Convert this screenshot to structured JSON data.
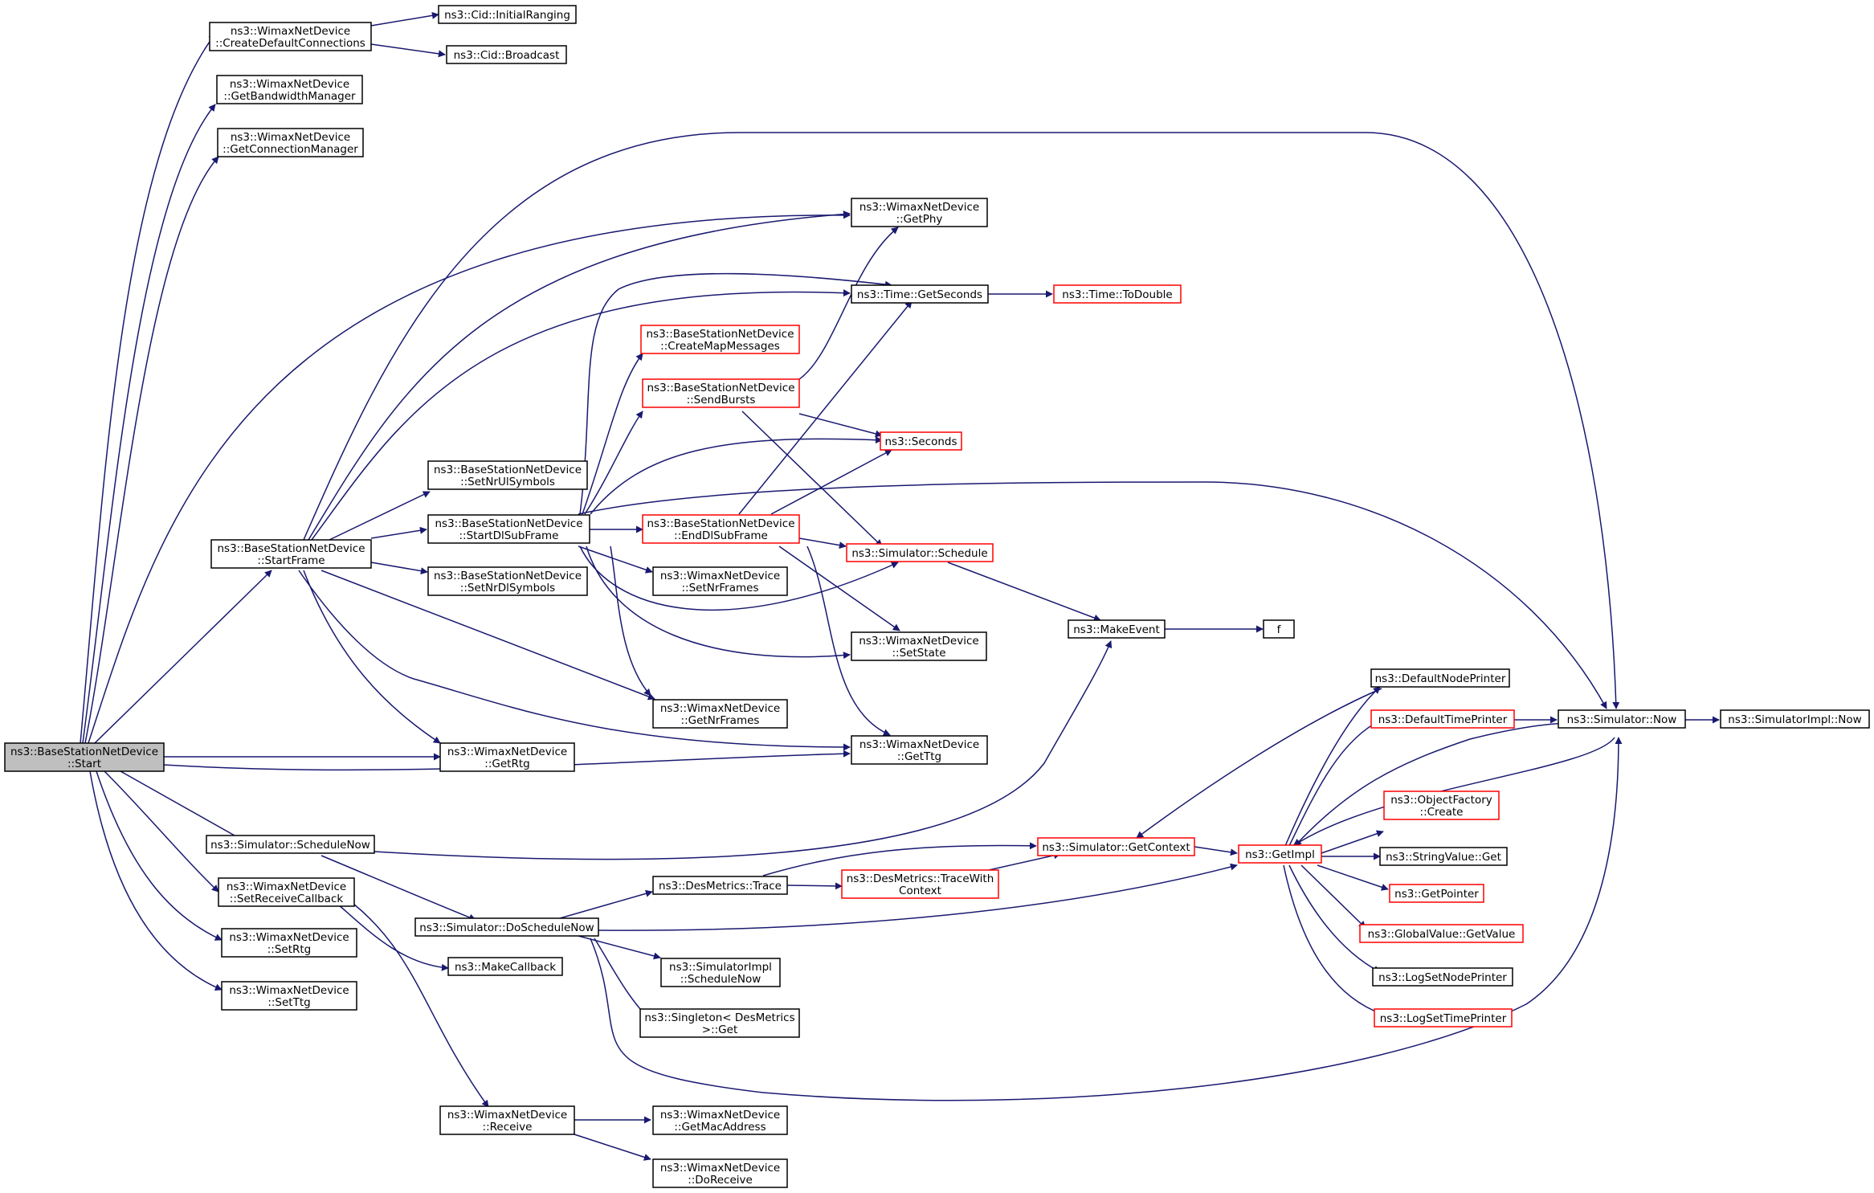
{
  "colors": {
    "edge": "#191970",
    "node_border": "#000000",
    "node_border_truncated": "#ff0000",
    "root_fill": "#bfbfbf"
  },
  "nodes": [
    {
      "id": "bs_start",
      "lines": [
        "ns3::BaseStationNetDevice",
        "::Start"
      ],
      "style": "root"
    },
    {
      "id": "create_default_conn",
      "lines": [
        "ns3::WimaxNetDevice",
        "::CreateDefaultConnections"
      ],
      "style": "black"
    },
    {
      "id": "get_bw_mgr",
      "lines": [
        "ns3::WimaxNetDevice",
        "::GetBandwidthManager"
      ],
      "style": "black"
    },
    {
      "id": "get_conn_mgr",
      "lines": [
        "ns3::WimaxNetDevice",
        "::GetConnectionManager"
      ],
      "style": "black"
    },
    {
      "id": "cid_initial",
      "lines": [
        "ns3::Cid::InitialRanging"
      ],
      "style": "black"
    },
    {
      "id": "cid_broadcast",
      "lines": [
        "ns3::Cid::Broadcast"
      ],
      "style": "black"
    },
    {
      "id": "get_phy",
      "lines": [
        "ns3::WimaxNetDevice",
        "::GetPhy"
      ],
      "style": "black"
    },
    {
      "id": "time_getseconds",
      "lines": [
        "ns3::Time::GetSeconds"
      ],
      "style": "black"
    },
    {
      "id": "time_todouble",
      "lines": [
        "ns3::Time::ToDouble"
      ],
      "style": "red"
    },
    {
      "id": "create_map",
      "lines": [
        "ns3::BaseStationNetDevice",
        "::CreateMapMessages"
      ],
      "style": "red"
    },
    {
      "id": "send_bursts",
      "lines": [
        "ns3::BaseStationNetDevice",
        "::SendBursts"
      ],
      "style": "red"
    },
    {
      "id": "seconds",
      "lines": [
        "ns3::Seconds"
      ],
      "style": "red"
    },
    {
      "id": "set_nr_ul",
      "lines": [
        "ns3::BaseStationNetDevice",
        "::SetNrUlSymbols"
      ],
      "style": "black"
    },
    {
      "id": "start_dl",
      "lines": [
        "ns3::BaseStationNetDevice",
        "::StartDlSubFrame"
      ],
      "style": "black"
    },
    {
      "id": "end_dl",
      "lines": [
        "ns3::BaseStationNetDevice",
        "::EndDlSubFrame"
      ],
      "style": "red"
    },
    {
      "id": "sim_schedule",
      "lines": [
        "ns3::Simulator::Schedule"
      ],
      "style": "red"
    },
    {
      "id": "start_frame",
      "lines": [
        "ns3::BaseStationNetDevice",
        "::StartFrame"
      ],
      "style": "black"
    },
    {
      "id": "set_nr_dl",
      "lines": [
        "ns3::BaseStationNetDevice",
        "::SetNrDlSymbols"
      ],
      "style": "black"
    },
    {
      "id": "set_nr_frames",
      "lines": [
        "ns3::WimaxNetDevice",
        "::SetNrFrames"
      ],
      "style": "black"
    },
    {
      "id": "make_event",
      "lines": [
        "ns3::MakeEvent"
      ],
      "style": "black"
    },
    {
      "id": "f",
      "lines": [
        "f"
      ],
      "style": "black"
    },
    {
      "id": "set_state",
      "lines": [
        "ns3::WimaxNetDevice",
        "::SetState"
      ],
      "style": "black"
    },
    {
      "id": "get_nr_frames",
      "lines": [
        "ns3::WimaxNetDevice",
        "::GetNrFrames"
      ],
      "style": "black"
    },
    {
      "id": "default_node_printer",
      "lines": [
        "ns3::DefaultNodePrinter"
      ],
      "style": "black"
    },
    {
      "id": "default_time_printer",
      "lines": [
        "ns3::DefaultTimePrinter"
      ],
      "style": "red"
    },
    {
      "id": "sim_now",
      "lines": [
        "ns3::Simulator::Now"
      ],
      "style": "black"
    },
    {
      "id": "simimpl_now",
      "lines": [
        "ns3::SimulatorImpl::Now"
      ],
      "style": "black"
    },
    {
      "id": "get_rtg",
      "lines": [
        "ns3::WimaxNetDevice",
        "::GetRtg"
      ],
      "style": "black"
    },
    {
      "id": "get_ttg",
      "lines": [
        "ns3::WimaxNetDevice",
        "::GetTtg"
      ],
      "style": "black"
    },
    {
      "id": "obj_factory_create",
      "lines": [
        "ns3::ObjectFactory",
        "::Create"
      ],
      "style": "red"
    },
    {
      "id": "sim_schedule_now",
      "lines": [
        "ns3::Simulator::ScheduleNow"
      ],
      "style": "black"
    },
    {
      "id": "sim_get_context",
      "lines": [
        "ns3::Simulator::GetContext"
      ],
      "style": "red"
    },
    {
      "id": "get_impl",
      "lines": [
        "ns3::GetImpl"
      ],
      "style": "red"
    },
    {
      "id": "string_value_get",
      "lines": [
        "ns3::StringValue::Get"
      ],
      "style": "black"
    },
    {
      "id": "set_receive_cb",
      "lines": [
        "ns3::WimaxNetDevice",
        "::SetReceiveCallback"
      ],
      "style": "black"
    },
    {
      "id": "des_trace",
      "lines": [
        "ns3::DesMetrics::Trace"
      ],
      "style": "black"
    },
    {
      "id": "des_trace_with_ctx",
      "lines": [
        "ns3::DesMetrics::TraceWith",
        "Context"
      ],
      "style": "red"
    },
    {
      "id": "get_pointer",
      "lines": [
        "ns3::GetPointer"
      ],
      "style": "red"
    },
    {
      "id": "sim_do_schedule_now",
      "lines": [
        "ns3::Simulator::DoScheduleNow"
      ],
      "style": "black"
    },
    {
      "id": "global_value_get",
      "lines": [
        "ns3::GlobalValue::GetValue"
      ],
      "style": "red"
    },
    {
      "id": "set_rtg",
      "lines": [
        "ns3::WimaxNetDevice",
        "::SetRtg"
      ],
      "style": "black"
    },
    {
      "id": "make_callback",
      "lines": [
        "ns3::MakeCallback"
      ],
      "style": "black"
    },
    {
      "id": "simimpl_schedule_now",
      "lines": [
        "ns3::SimulatorImpl",
        "::ScheduleNow"
      ],
      "style": "black"
    },
    {
      "id": "log_set_node_printer",
      "lines": [
        "ns3::LogSetNodePrinter"
      ],
      "style": "black"
    },
    {
      "id": "set_ttg",
      "lines": [
        "ns3::WimaxNetDevice",
        "::SetTtg"
      ],
      "style": "black"
    },
    {
      "id": "singleton_get",
      "lines": [
        "ns3::Singleton< DesMetrics",
        " >::Get"
      ],
      "style": "black"
    },
    {
      "id": "log_set_time_printer",
      "lines": [
        "ns3::LogSetTimePrinter"
      ],
      "style": "red"
    },
    {
      "id": "wimax_receive",
      "lines": [
        "ns3::WimaxNetDevice",
        "::Receive"
      ],
      "style": "black"
    },
    {
      "id": "get_mac_address",
      "lines": [
        "ns3::WimaxNetDevice",
        "::GetMacAddress"
      ],
      "style": "black"
    },
    {
      "id": "do_receive",
      "lines": [
        "ns3::WimaxNetDevice",
        "::DoReceive"
      ],
      "style": "black"
    }
  ]
}
